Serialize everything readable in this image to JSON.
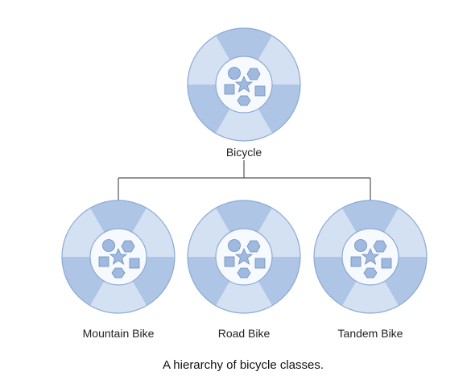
{
  "diagram": {
    "root": {
      "label": "Bicycle"
    },
    "children": [
      {
        "label": "Mountain Bike"
      },
      {
        "label": "Road Bike"
      },
      {
        "label": "Tandem Bike"
      }
    ]
  },
  "caption": "A hierarchy of bicycle classes.",
  "colors": {
    "wedge_light": "#d3e1f3",
    "wedge_dark": "#aec5e6",
    "ring_stroke": "#8ca9d3",
    "core_fill": "#f6f9fd",
    "shape_fill": "#9fb9df",
    "connector": "#555555"
  }
}
